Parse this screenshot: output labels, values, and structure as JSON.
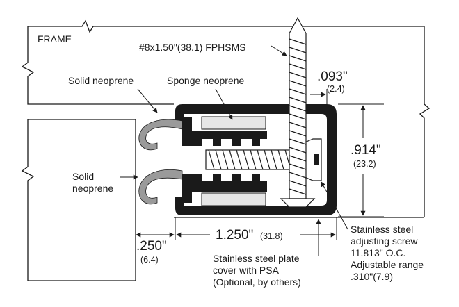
{
  "labels": {
    "frame": "FRAME",
    "screw_spec": "#8x1.50\"(38.1) FPHSMS",
    "solid_neoprene_top": "Solid neoprene",
    "sponge_neoprene": "Sponge neoprene",
    "solid_neoprene_left_1": "Solid",
    "solid_neoprene_left_2": "neoprene",
    "stainless_plate_1": "Stainless steel plate",
    "stainless_plate_2": "cover with PSA",
    "stainless_plate_3": "(Optional, by others)",
    "adjusting_screw_1": "Stainless steel",
    "adjusting_screw_2": "adjusting screw",
    "adjusting_screw_3": "11.813\" O.C.",
    "adjusting_screw_4": "Adjustable range",
    "adjusting_screw_5": ".310\"(7.9)"
  },
  "dimensions": {
    "thickness_093": ".093\"",
    "thickness_093_mm": "(2.4)",
    "height_914": ".914\"",
    "height_914_mm": "(23.2)",
    "width_1250": "1.250\"",
    "width_1250_mm": "(31.8)",
    "gap_250": ".250\"",
    "gap_250_mm": "(6.4)"
  },
  "colors": {
    "line": "#1a1a1a",
    "housing": "#1a1a1a",
    "seal_gray": "#9a9a9a",
    "sponge": "#e6e6e6",
    "screw_fill": "#ffffff"
  }
}
